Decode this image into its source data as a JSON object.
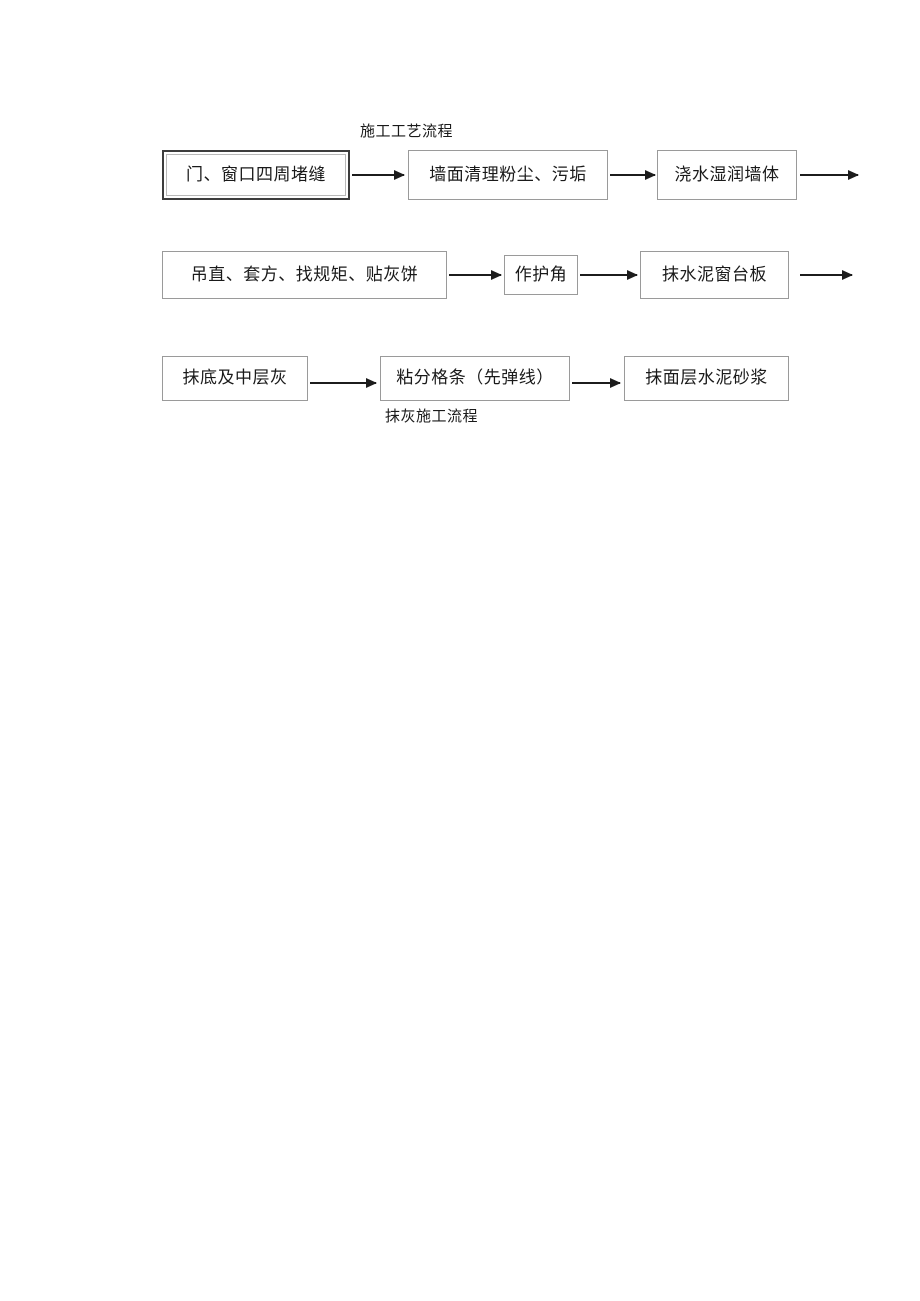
{
  "document": {
    "type": "flowchart",
    "background_color": "#ffffff",
    "text_color": "#1a1a1a",
    "box_border_color": "#9a9a9a",
    "start_box_border_color": "#3d3d3d",
    "arrow_color": "#1c1c1c"
  },
  "captions": {
    "top": "施工工艺流程",
    "bottom": "抹灰施工流程"
  },
  "rows": [
    {
      "id": "row-1",
      "nodes": [
        {
          "id": "n1",
          "label": "门、窗口四周堵缝",
          "style": "start"
        },
        {
          "id": "n2",
          "label": "墙面清理粉尘、污垢",
          "style": "normal"
        },
        {
          "id": "n3",
          "label": "浇水湿润墙体",
          "style": "normal"
        }
      ],
      "trailing_arrow": true
    },
    {
      "id": "row-2",
      "nodes": [
        {
          "id": "n4",
          "label": "吊直、套方、找规矩、贴灰饼",
          "style": "normal"
        },
        {
          "id": "n5",
          "label": "作护角",
          "style": "normal"
        },
        {
          "id": "n6",
          "label": "抹水泥窗台板",
          "style": "normal"
        }
      ],
      "trailing_arrow": true
    },
    {
      "id": "row-3",
      "nodes": [
        {
          "id": "n7",
          "label": "抹底及中层灰",
          "style": "normal"
        },
        {
          "id": "n8",
          "label": "粘分格条（先弹线）",
          "style": "normal"
        },
        {
          "id": "n9",
          "label": "抹面层水泥砂浆",
          "style": "normal"
        }
      ],
      "trailing_arrow": false
    }
  ]
}
